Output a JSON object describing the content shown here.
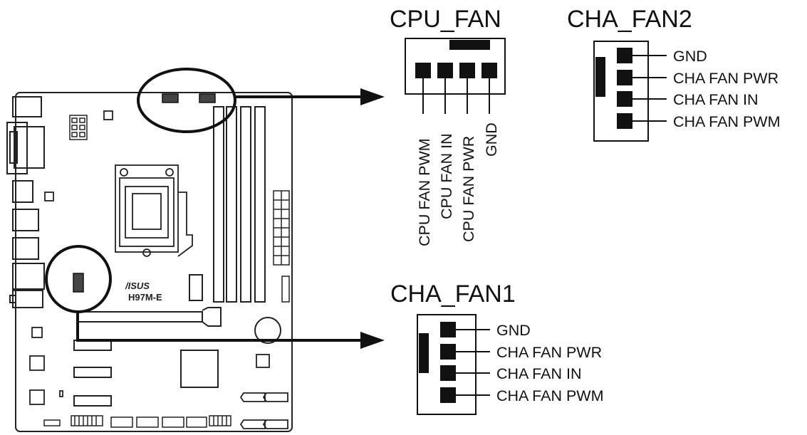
{
  "board": {
    "brand": "/ISUS",
    "model": "H97M-E"
  },
  "cpu_fan": {
    "title": "CPU_FAN",
    "pins": [
      "CPU FAN PWM",
      "CPU FAN IN",
      "CPU FAN PWR",
      "GND"
    ]
  },
  "cha_fan2": {
    "title": "CHA_FAN2",
    "pins": [
      "GND",
      "CHA FAN PWR",
      "CHA FAN IN",
      "CHA FAN PWM"
    ]
  },
  "cha_fan1": {
    "title": "CHA_FAN1",
    "pins": [
      "GND",
      "CHA FAN PWR",
      "CHA FAN IN",
      "CHA FAN PWM"
    ]
  }
}
